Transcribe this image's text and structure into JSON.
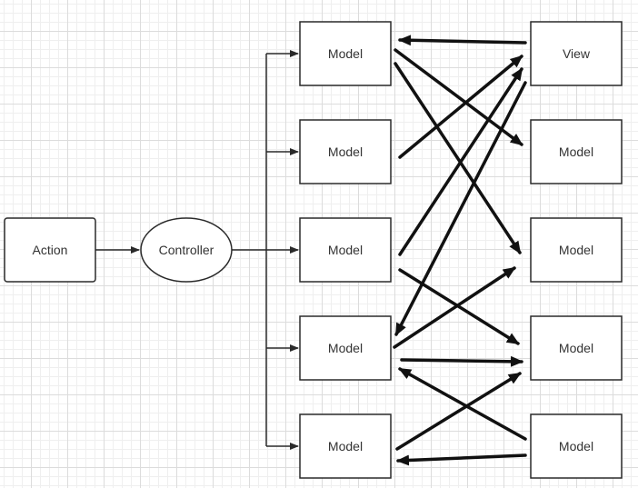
{
  "nodes": {
    "action": "Action",
    "controller": "Controller",
    "models": [
      "Model",
      "Model",
      "Model",
      "Model",
      "Model"
    ],
    "right": [
      "View",
      "Model",
      "Model",
      "Model",
      "Model"
    ]
  },
  "colors": {
    "stroke": "#2a2a2a",
    "text": "#333333",
    "grid": "#dcdcdc",
    "background": "#ffffff"
  }
}
